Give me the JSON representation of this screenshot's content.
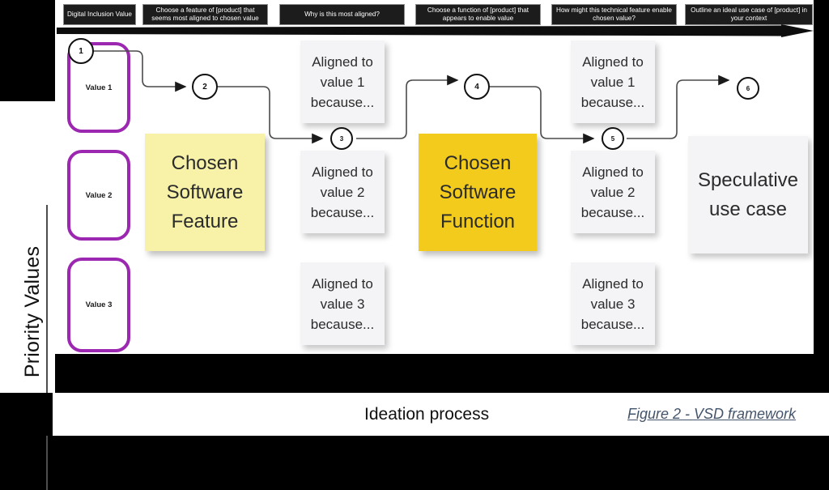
{
  "figure": {
    "domain": "diagram",
    "axis_label": "Priority Values",
    "caption_title": "Ideation process",
    "caption_figure": "Figure 2 - VSD framework",
    "accent_purple": "#9c27b0",
    "accent_gold": "#f2cb1d",
    "accent_pale_yellow": "#f7f2a8",
    "note_gray": "#f4f4f7"
  },
  "header_steps": [
    {
      "label": "Digital Inclusion Value"
    },
    {
      "label": "Choose a feature of [product] that seems most aligned to chosen value"
    },
    {
      "label": "Why is this most aligned?"
    },
    {
      "label": "Choose a function of [product] that appears to enable value"
    },
    {
      "label": "How might this technical feature enable chosen value?"
    },
    {
      "label": "Outline an ideal use case of [product] in your context"
    }
  ],
  "value_cards": [
    {
      "label": "Value 1"
    },
    {
      "label": "Value 2"
    },
    {
      "label": "Value 3"
    }
  ],
  "steps": [
    {
      "number": "1"
    },
    {
      "number": "2"
    },
    {
      "number": "3"
    },
    {
      "number": "4"
    },
    {
      "number": "5"
    },
    {
      "number": "6"
    }
  ],
  "chosen_feature": {
    "label": "Chosen Software Feature"
  },
  "chosen_function": {
    "label": "Chosen Software Function"
  },
  "speculative": {
    "label": "Speculative use case"
  },
  "rationale_feature": [
    {
      "label": "Aligned to value 1 because..."
    },
    {
      "label": "Aligned to value 2 because..."
    },
    {
      "label": "Aligned to value 3 because..."
    }
  ],
  "rationale_function": [
    {
      "label": "Aligned to value 1 because..."
    },
    {
      "label": "Aligned to value 2 because..."
    },
    {
      "label": "Aligned to value 3 because..."
    }
  ]
}
